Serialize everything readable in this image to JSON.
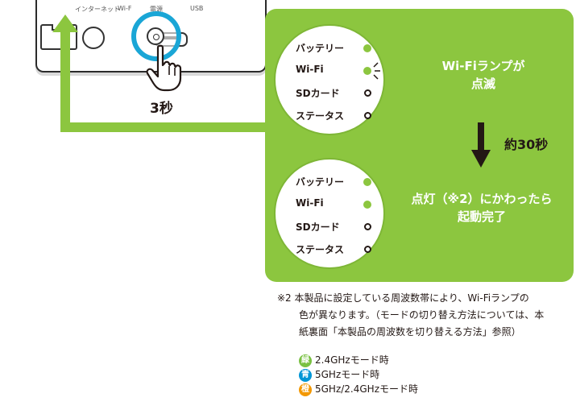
{
  "device": {
    "port_internet": "インターネット",
    "port_wifi": "Wi-F",
    "port_power": "電源",
    "port_usb": "USB",
    "press_duration": "3秒"
  },
  "panel": {
    "lamp_labels": [
      "バッテリー",
      "Wi-Fi",
      "SDカード",
      "ステータス"
    ],
    "step1": {
      "lamps": [
        "on",
        "blink",
        "off",
        "off"
      ],
      "message_line1": "Wi-Fiランプが",
      "message_line2": "点滅"
    },
    "wait": "約30秒",
    "step2": {
      "lamps": [
        "on",
        "on",
        "off",
        "off"
      ],
      "message_line1": "点灯（※2）にかわったら",
      "message_line2": "起動完了"
    }
  },
  "note": {
    "line1": "※2 本製品に設定している周波数帯により、Wi-Fiランプの",
    "line2": "色が異なります。（モードの切り替え方法については、本",
    "line3": "紙裏面「本製品の周波数を切り替える方法」参照）",
    "legend": [
      {
        "badge": "緑",
        "text": "2.4GHzモード時",
        "color": "#7ac143"
      },
      {
        "badge": "青",
        "text": "5GHzモード時",
        "color": "#0096d6"
      },
      {
        "badge": "橙",
        "text": "5GHz/2.4GHzモード時",
        "color": "#f39800"
      }
    ]
  },
  "colors": {
    "panel_green": "#8cc63f",
    "ring_blue": "#1aa6d6",
    "arrow_green": "#8cc63f"
  }
}
